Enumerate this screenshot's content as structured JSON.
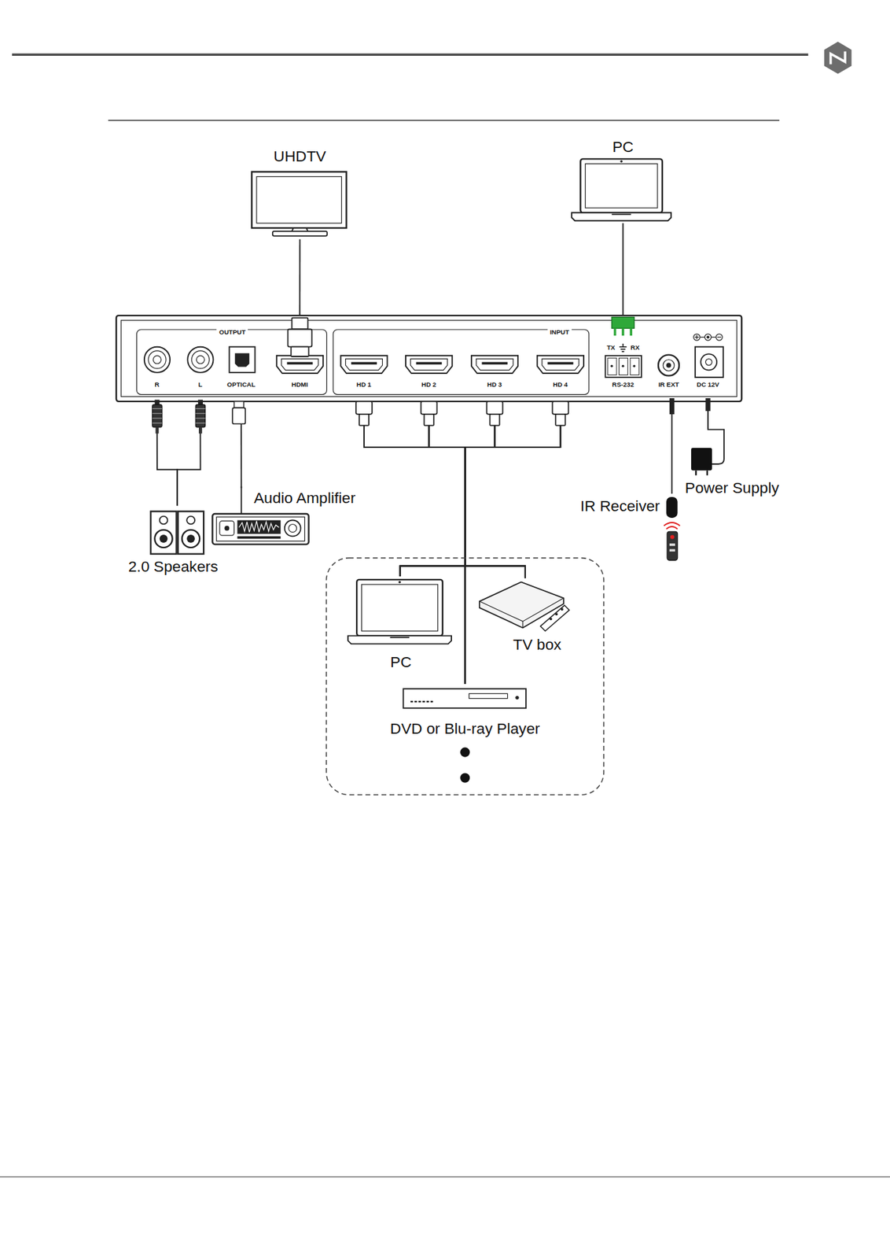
{
  "diagram": {
    "nodes": [
      {
        "text": [
          "UHDTV"
        ]
      },
      {
        "text": [
          "PC"
        ]
      },
      {
        "text": [
          "OUTPUT"
        ]
      },
      {
        "text": [
          "R"
        ],
        "in": 2
      },
      {
        "text": [
          "L"
        ],
        "in": 2
      },
      {
        "text": [
          "OPTICAL"
        ],
        "in": 2
      },
      {
        "text": [
          "HDMI"
        ],
        "in": 2
      },
      {
        "text": [
          "INPUT"
        ]
      },
      {
        "text": [
          "HD 1"
        ],
        "in": 7
      },
      {
        "text": [
          "HD 2"
        ],
        "in": 7
      },
      {
        "text": [
          "HD 3"
        ],
        "in": 7
      },
      {
        "text": [
          "HD 4"
        ],
        "in": 7
      },
      {
        "text": [
          "TX",
          "RX",
          "RS-232"
        ]
      },
      {
        "text": [
          "IR EXT"
        ]
      },
      {
        "text": [
          "DC 12V"
        ]
      },
      {
        "text": [
          "2.0 Speakers"
        ]
      },
      {
        "text": [
          "Audio Amplifier"
        ]
      },
      {
        "text": [
          "IR Receiver"
        ]
      },
      {
        "text": [
          "Power Supply"
        ]
      },
      {
        "text": [
          "PC"
        ]
      },
      {
        "text": [
          "TV box"
        ]
      },
      {
        "text": [
          "DVD or Blu-ray Player"
        ]
      }
    ],
    "edges": [
      {
        "from": 0,
        "to": 6,
        "arrow": "none"
      },
      {
        "from": 1,
        "to": 12,
        "arrow": "none"
      },
      {
        "from": 3,
        "to": 15,
        "arrow": "none"
      },
      {
        "from": 4,
        "to": 15,
        "arrow": "none"
      },
      {
        "from": 5,
        "to": 16,
        "arrow": "none"
      },
      {
        "from": 8,
        "to": 19,
        "arrow": "none"
      },
      {
        "from": 8,
        "to": 20,
        "arrow": "none"
      },
      {
        "from": 8,
        "to": 21,
        "arrow": "none"
      },
      {
        "from": 9,
        "to": 19,
        "arrow": "none"
      },
      {
        "from": 9,
        "to": 20,
        "arrow": "none"
      },
      {
        "from": 9,
        "to": 21,
        "arrow": "none"
      },
      {
        "from": 10,
        "to": 19,
        "arrow": "none"
      },
      {
        "from": 10,
        "to": 20,
        "arrow": "none"
      },
      {
        "from": 10,
        "to": 21,
        "arrow": "none"
      },
      {
        "from": 11,
        "to": 19,
        "arrow": "none"
      },
      {
        "from": 11,
        "to": 20,
        "arrow": "none"
      },
      {
        "from": 11,
        "to": 21,
        "arrow": "none"
      },
      {
        "from": 13,
        "to": 17,
        "arrow": "none"
      },
      {
        "from": 14,
        "to": 18,
        "arrow": "none"
      }
    ]
  }
}
